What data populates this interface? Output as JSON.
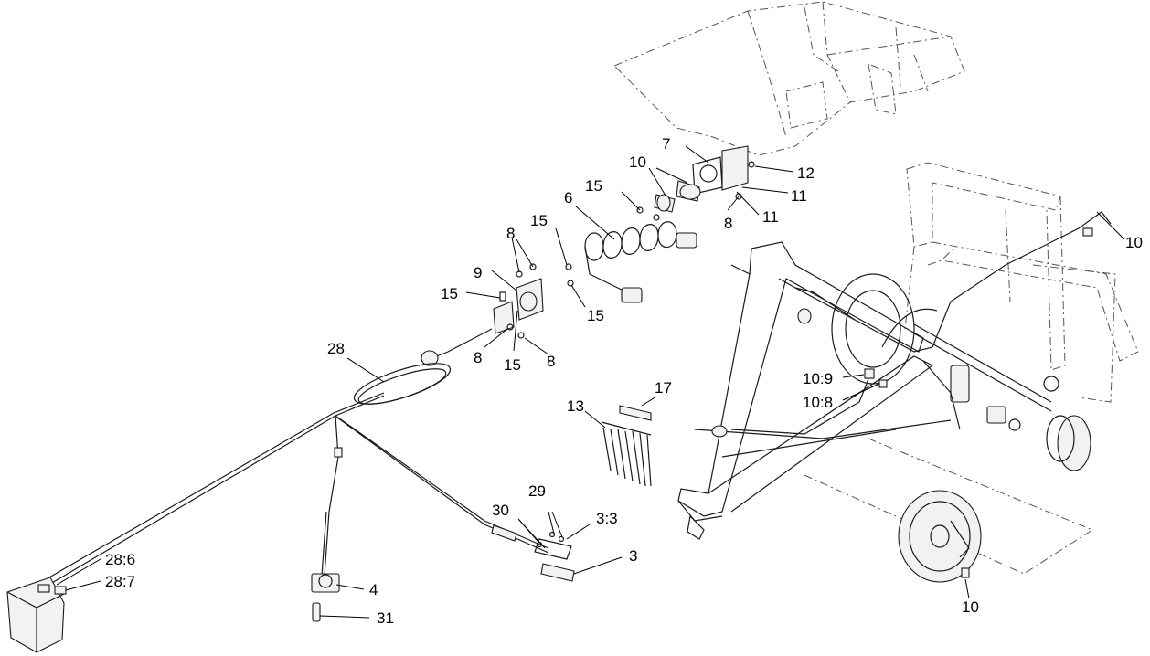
{
  "diagram": {
    "callouts": [
      {
        "id": "c-7",
        "text": "7"
      },
      {
        "id": "c-10-a",
        "text": "10"
      },
      {
        "id": "c-12",
        "text": "12"
      },
      {
        "id": "c-15-a",
        "text": "15"
      },
      {
        "id": "c-11-a",
        "text": "11"
      },
      {
        "id": "c-6",
        "text": "6"
      },
      {
        "id": "c-11-b",
        "text": "11"
      },
      {
        "id": "c-8-a",
        "text": "8"
      },
      {
        "id": "c-15-b",
        "text": "15"
      },
      {
        "id": "c-8-b",
        "text": "8"
      },
      {
        "id": "c-9",
        "text": "9"
      },
      {
        "id": "c-15-c",
        "text": "15"
      },
      {
        "id": "c-15-d",
        "text": "15"
      },
      {
        "id": "c-28",
        "text": "28"
      },
      {
        "id": "c-8-c",
        "text": "8"
      },
      {
        "id": "c-15-e",
        "text": "15"
      },
      {
        "id": "c-8-d",
        "text": "8"
      },
      {
        "id": "c-10-b",
        "text": "10"
      },
      {
        "id": "c-10-9",
        "text": "10:9"
      },
      {
        "id": "c-10-8",
        "text": "10:8"
      },
      {
        "id": "c-17",
        "text": "17"
      },
      {
        "id": "c-13",
        "text": "13"
      },
      {
        "id": "c-29",
        "text": "29"
      },
      {
        "id": "c-30",
        "text": "30"
      },
      {
        "id": "c-3-3",
        "text": "3:3"
      },
      {
        "id": "c-3",
        "text": "3"
      },
      {
        "id": "c-28-6",
        "text": "28:6"
      },
      {
        "id": "c-28-7",
        "text": "28:7"
      },
      {
        "id": "c-4",
        "text": "4"
      },
      {
        "id": "c-31",
        "text": "31"
      },
      {
        "id": "c-10-c",
        "text": "10"
      }
    ]
  }
}
